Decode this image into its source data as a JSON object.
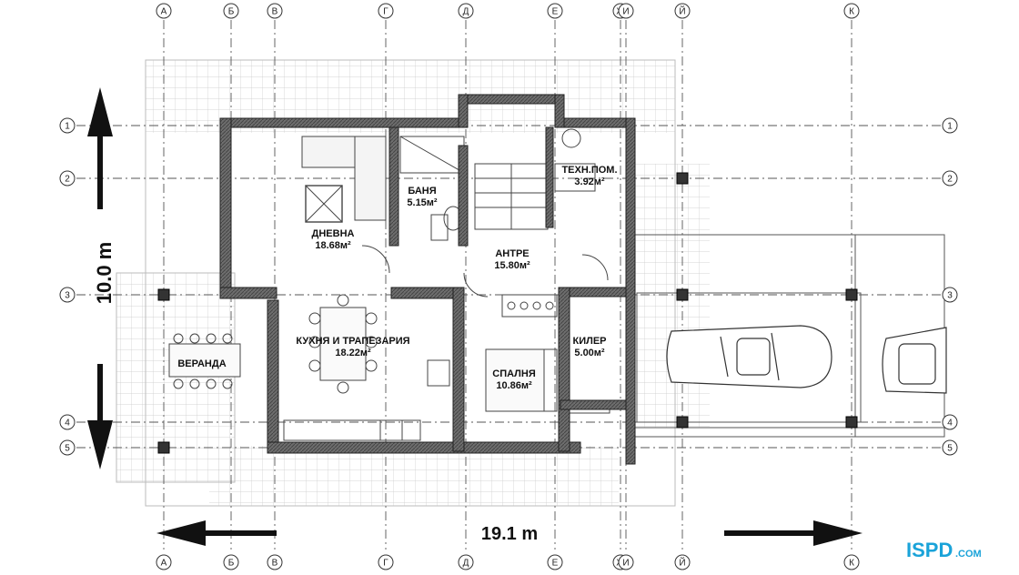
{
  "rooms": [
    {
      "name": "ДНЕВНА",
      "area": "18.68м²"
    },
    {
      "name": "БАНЯ",
      "area": "5.15м²"
    },
    {
      "name": "ТЕХН.ПОМ.",
      "area": "3.92м²"
    },
    {
      "name": "АНТРЕ",
      "area": "15.80м²"
    },
    {
      "name": "КУХНЯ И ТРАПЕЗАРИЯ",
      "area": "18.22м²"
    },
    {
      "name": "СПАЛНЯ",
      "area": "10.86м²"
    },
    {
      "name": "КИЛЕР",
      "area": "5.00м²"
    },
    {
      "name": "ВЕРАНДА",
      "area": ""
    }
  ],
  "dimensions": {
    "width": "19.1 m",
    "height": "10.0 m"
  },
  "axes": {
    "letters": [
      "А",
      "Б",
      "В",
      "Г",
      "Д",
      "Е",
      "Ж",
      "И",
      "Й",
      "К"
    ],
    "numbers": [
      "1",
      "2",
      "3",
      "4",
      "5"
    ]
  },
  "brand": {
    "prefix": "ISP",
    "mid": "D",
    "suffix": ".COM",
    "color": "#1aa3d9"
  }
}
